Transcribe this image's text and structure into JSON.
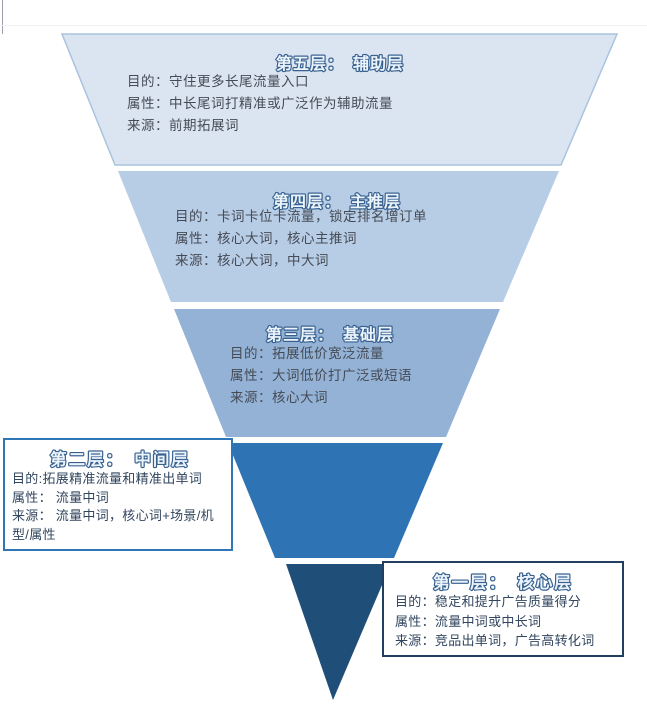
{
  "funnel": {
    "layers": [
      {
        "title": "第五层：　辅助层",
        "fill": "#dbe5f1",
        "lines": [
          "目的：守住更多长尾流量入口",
          "属性：中长尾词打精准或广泛作为辅助流量",
          "来源：前期拓展词"
        ]
      },
      {
        "title": "第四层：　主推层",
        "fill": "#b7cce5",
        "lines": [
          "目的：卡词卡位卡流量，锁定排名增订单",
          "属性：核心大词，核心主推词",
          "来源：核心大词，中大词"
        ]
      },
      {
        "title": "第三层：　基础层",
        "fill": "#93b2d6",
        "lines": [
          "目的：拓展低价宽泛流量",
          "属性：大词低价打广泛或短语",
          "来源：核心大词"
        ]
      },
      {
        "title": "第二层：　中间层",
        "fill": "#2e74b5",
        "lines": [
          "目的:拓展精准流量和精准出单词",
          "属性： 流量中词",
          "来源： 流量中词，核心词+场景/机型/属性"
        ]
      },
      {
        "title": "第一层：　核心层",
        "fill": "#1f4e79",
        "lines": [
          "目的：稳定和提升广告质量得分",
          "属性：流量中词或中长词",
          "来源：竞品出单词，广告高转化词"
        ]
      }
    ],
    "colors": {
      "layer5_outline": "#a9c3de",
      "callout_layer2_border": "#2e76b6",
      "callout_layer1_border": "#21405f",
      "title_outline": "#38618f",
      "title_fill": "#ecf4fb"
    }
  }
}
